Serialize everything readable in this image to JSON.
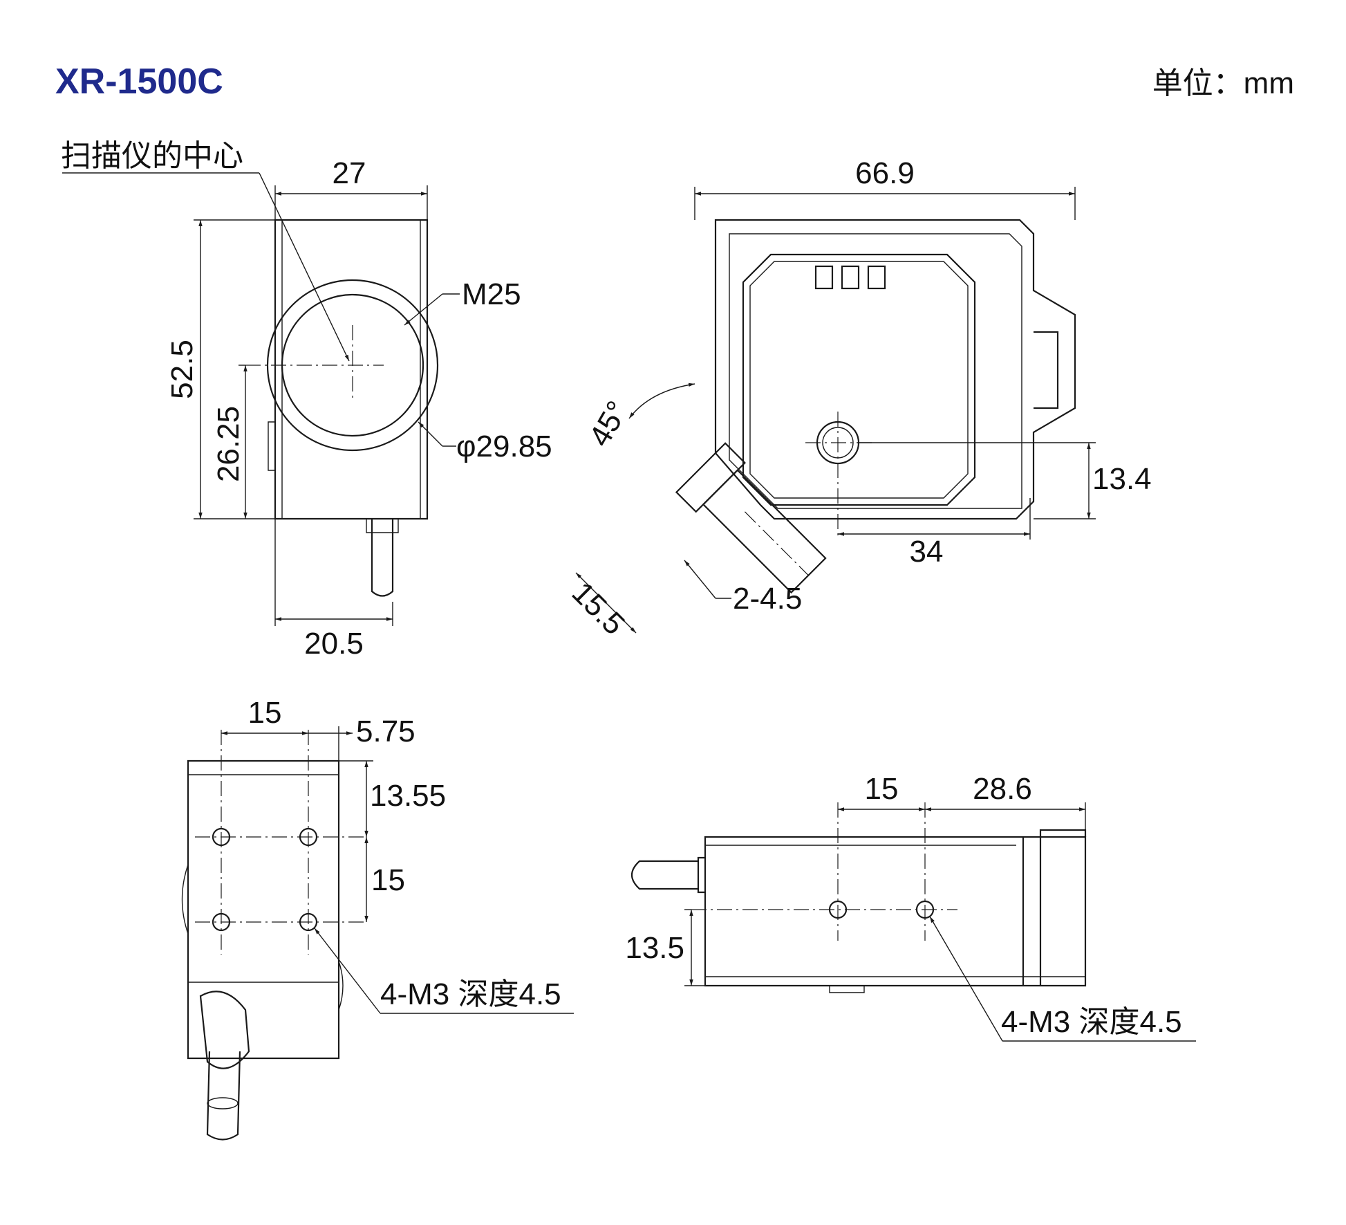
{
  "title": "XR-1500C",
  "unit_label": "单位：mm",
  "colors": {
    "title": "#1f2a8c",
    "line": "#1a1a1a",
    "background": "#ffffff"
  },
  "front_view": {
    "callout_center": "扫描仪的中心",
    "width_top": "27",
    "height_total": "52.5",
    "height_center": "26.25",
    "thread_label": "M25",
    "diameter_label": "φ29.85",
    "width_bottom": "20.5"
  },
  "top_view": {
    "width_total": "66.9",
    "angle_label": "45°",
    "offset_13_4": "13.4",
    "offset_34": "34",
    "cable_length": "15.5",
    "cable_holes": "2-4.5"
  },
  "side_view": {
    "pitch_x": "15",
    "edge_offset": "5.75",
    "top_offset": "13.55",
    "pitch_y": "15",
    "holes_label": "4-M3 深度4.5"
  },
  "bottom_view": {
    "pitch_x": "15",
    "edge_offset": "28.6",
    "height_offset": "13.5",
    "holes_label": "4-M3 深度4.5"
  }
}
